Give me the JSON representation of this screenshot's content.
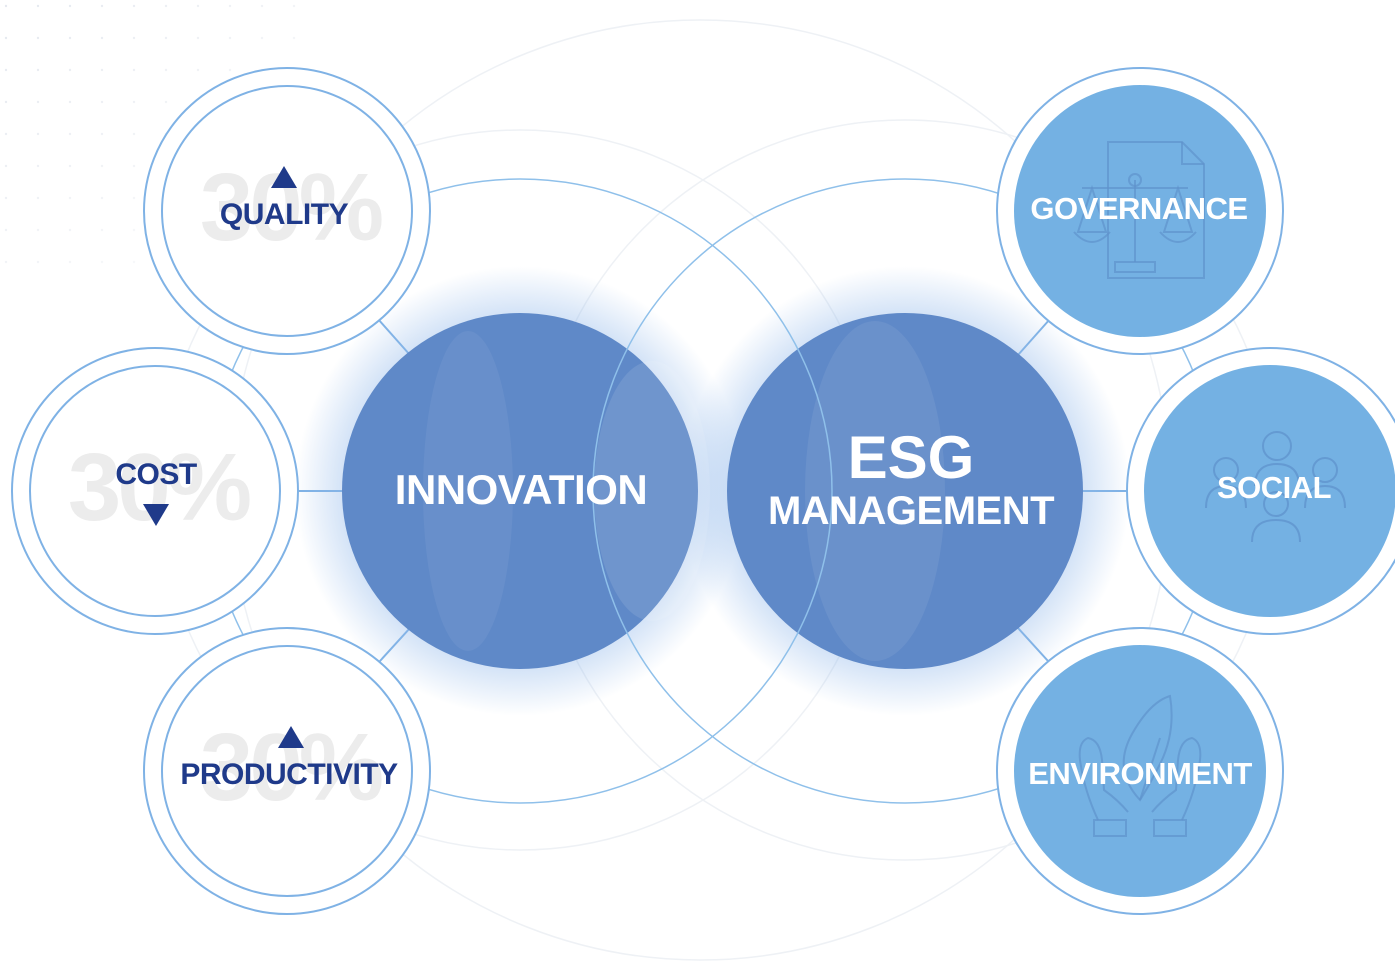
{
  "colors": {
    "primary_circle": "#5f89c8",
    "accent_circle": "#74b1e3",
    "outline": "#7fb2e5",
    "dark_text": "#1f3a8a",
    "watermark": "#ececec"
  },
  "left_factors": [
    {
      "label": "QUALITY",
      "watermark": "30%",
      "trend": "up"
    },
    {
      "label": "COST",
      "watermark": "30%",
      "trend": "down"
    },
    {
      "label": "PRODUCTIVITY",
      "watermark": "30%",
      "trend": "up"
    }
  ],
  "center": {
    "innovation": "INNOVATION",
    "esg_line1": "ESG",
    "esg_line2": "MANAGEMENT"
  },
  "right_pillars": [
    {
      "label": "GOVERNANCE",
      "icon": "scales-document-icon"
    },
    {
      "label": "SOCIAL",
      "icon": "people-group-icon"
    },
    {
      "label": "ENVIRONMENT",
      "icon": "hands-leaf-icon"
    }
  ]
}
